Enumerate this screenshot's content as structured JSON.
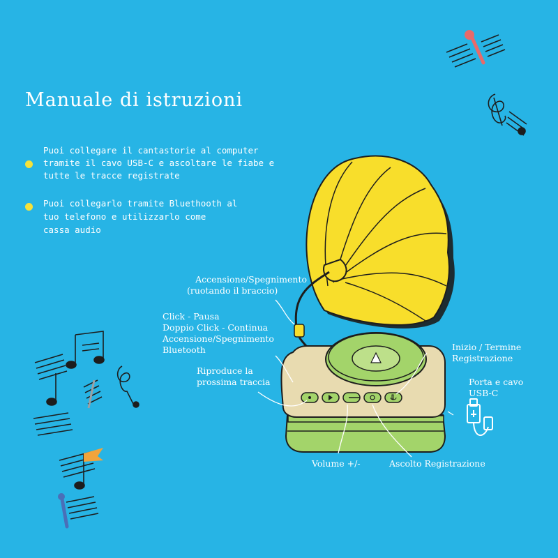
{
  "title": "Manuale di istruzioni",
  "bullets": [
    {
      "lines": [
        "Puoi collegare il cantastorie al computer",
        "tramite il cavo USB-C e ascoltare le fiabe e",
        "tutte le tracce registrate"
      ]
    },
    {
      "lines": [
        "Puoi collegarlo tramite Bluethooth al",
        "tuo telefono e utilizzarlo come",
        "cassa audio"
      ]
    }
  ],
  "labels": {
    "power": [
      "Accensione/Spegnimento",
      "(ruotando il braccio)"
    ],
    "click": [
      "Click - Pausa",
      "Doppio Click - Continua",
      "Accensione/Spegnimento",
      "Bluetooth"
    ],
    "next": [
      "Riproduce la",
      "prossima traccia"
    ],
    "record": [
      "Inizio / Termine",
      "Registrazione"
    ],
    "usb": [
      "Porta e cavo",
      "USB-C"
    ],
    "volume": "Volume +/-",
    "listen": "Ascolto Registrazione"
  },
  "colors": {
    "background": "#27b4e5",
    "horn": "#f8de2b",
    "body": "#e8dbb0",
    "base": "#a3d46a",
    "bullet_dot": "#f5e23a"
  }
}
